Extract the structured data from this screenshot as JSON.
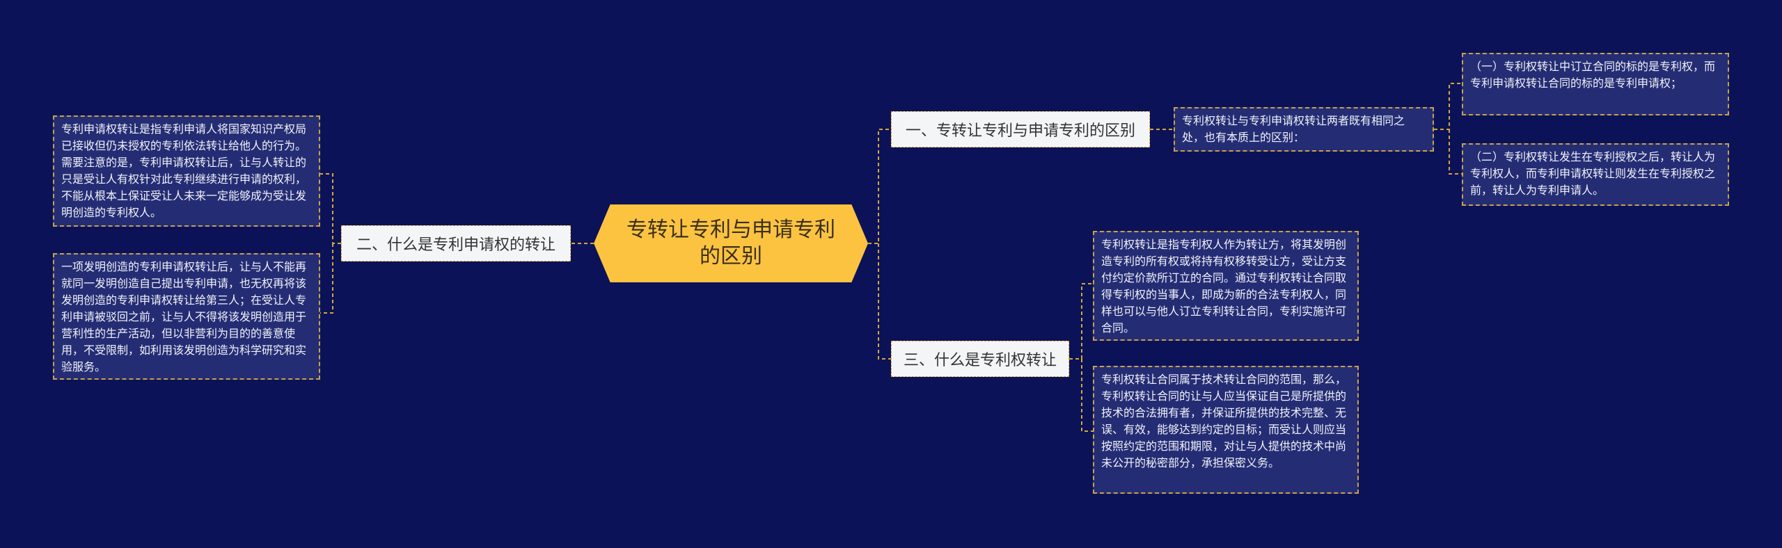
{
  "root": {
    "title": "专转让专利与申请专利的区别"
  },
  "branches": [
    {
      "label": "一、专转让专利与申请专利的区别"
    },
    {
      "label": "二、什么是专利申请权的转让"
    },
    {
      "label": "三、什么是专利权转让"
    }
  ],
  "leaves": {
    "b1_intro": "专利权转让与专利申请权转让两者既有相同之处，也有本质上的区别：",
    "b1_point1": "（一）专利权转让中订立合同的标的是专利权，而专利申请权转让合同的标的是专利申请权；",
    "b1_point2": "（二）专利权转让发生在专利授权之后，转让人为专利权人，而专利申请权转让则发生在专利授权之前，转让人为专利申请人。",
    "b2_leaf1": "专利申请权转让是指专利申请人将国家知识产权局已接收但仍未授权的专利依法转让给他人的行为。需要注意的是，专利申请权转让后，让与人转让的只是受让人有权针对此专利继续进行申请的权利，不能从根本上保证受让人未来一定能够成为受让发明创造的专利权人。",
    "b2_leaf2": "一项发明创造的专利申请权转让后，让与人不能再就同一发明创造自己提出专利申请，也无权再将该发明创造的专利申请权转让给第三人；在受让人专利申请被驳回之前，让与人不得将该发明创造用于营利性的生产活动，但以非营利为目的的善意使用，不受限制，如利用该发明创造为科学研究和实验服务。",
    "b3_leaf1": "专利权转让是指专利权人作为转让方，将其发明创造专利的所有权或将持有权移转受让方，受让方支付约定价款所订立的合同。通过专利权转让合同取得专利权的当事人，即成为新的合法专利权人，同样也可以与他人订立专利转让合同，专利实施许可合同。",
    "b3_leaf2": "专利权转让合同属于技术转让合同的范围，那么，专利权转让合同的让与人应当保证自己是所提供的技术的合法拥有者，并保证所提供的技术完整、无误、有效，能够达到约定的目标；而受让人则应当按照约定的范围和期限，对让与人提供的技术中尚未公开的秘密部分，承担保密义务。"
  },
  "colors": {
    "background": "#0c1257",
    "root": "#fcc341",
    "branch": "#f4f5f7",
    "leaf": "#242d74",
    "connector": "#d4a73a"
  }
}
